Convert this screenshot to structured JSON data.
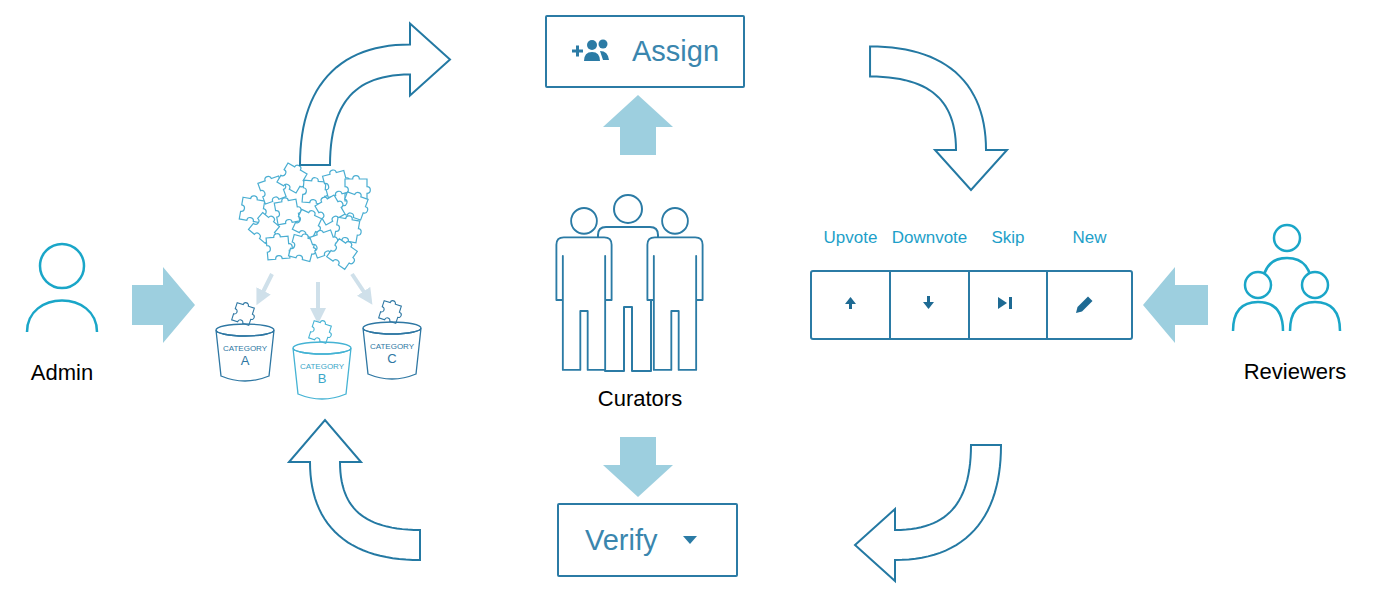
{
  "diagram": {
    "nodes": [
      {
        "text": [
          "Assign"
        ]
      },
      {
        "text": [
          "Admin"
        ]
      },
      {
        "text": [
          "CATEGORY A"
        ]
      },
      {
        "text": [
          "CATEGORY B"
        ]
      },
      {
        "text": [
          "CATEGORY C"
        ]
      },
      {
        "text": [
          "Curators"
        ]
      },
      {
        "text": [
          "Upvote"
        ]
      },
      {
        "text": [
          "Downvote"
        ]
      },
      {
        "text": [
          "Skip"
        ]
      },
      {
        "text": [
          "New"
        ]
      },
      {
        "text": [
          "Reviewers"
        ]
      },
      {
        "text": [
          "Verify"
        ]
      }
    ],
    "edges": [
      {
        "from": 1,
        "to": 2,
        "arrow": "to"
      },
      {
        "from": 3,
        "to": 0,
        "arrow": "to"
      },
      {
        "from": 0,
        "to": 8,
        "arrow": "to"
      },
      {
        "from": 8,
        "to": 11,
        "arrow": "to"
      },
      {
        "from": 11,
        "to": 3,
        "arrow": "to"
      },
      {
        "from": 5,
        "to": 0,
        "arrow": "to"
      },
      {
        "from": 5,
        "to": 11,
        "arrow": "to"
      },
      {
        "from": 10,
        "to": 9,
        "arrow": "to"
      }
    ]
  }
}
